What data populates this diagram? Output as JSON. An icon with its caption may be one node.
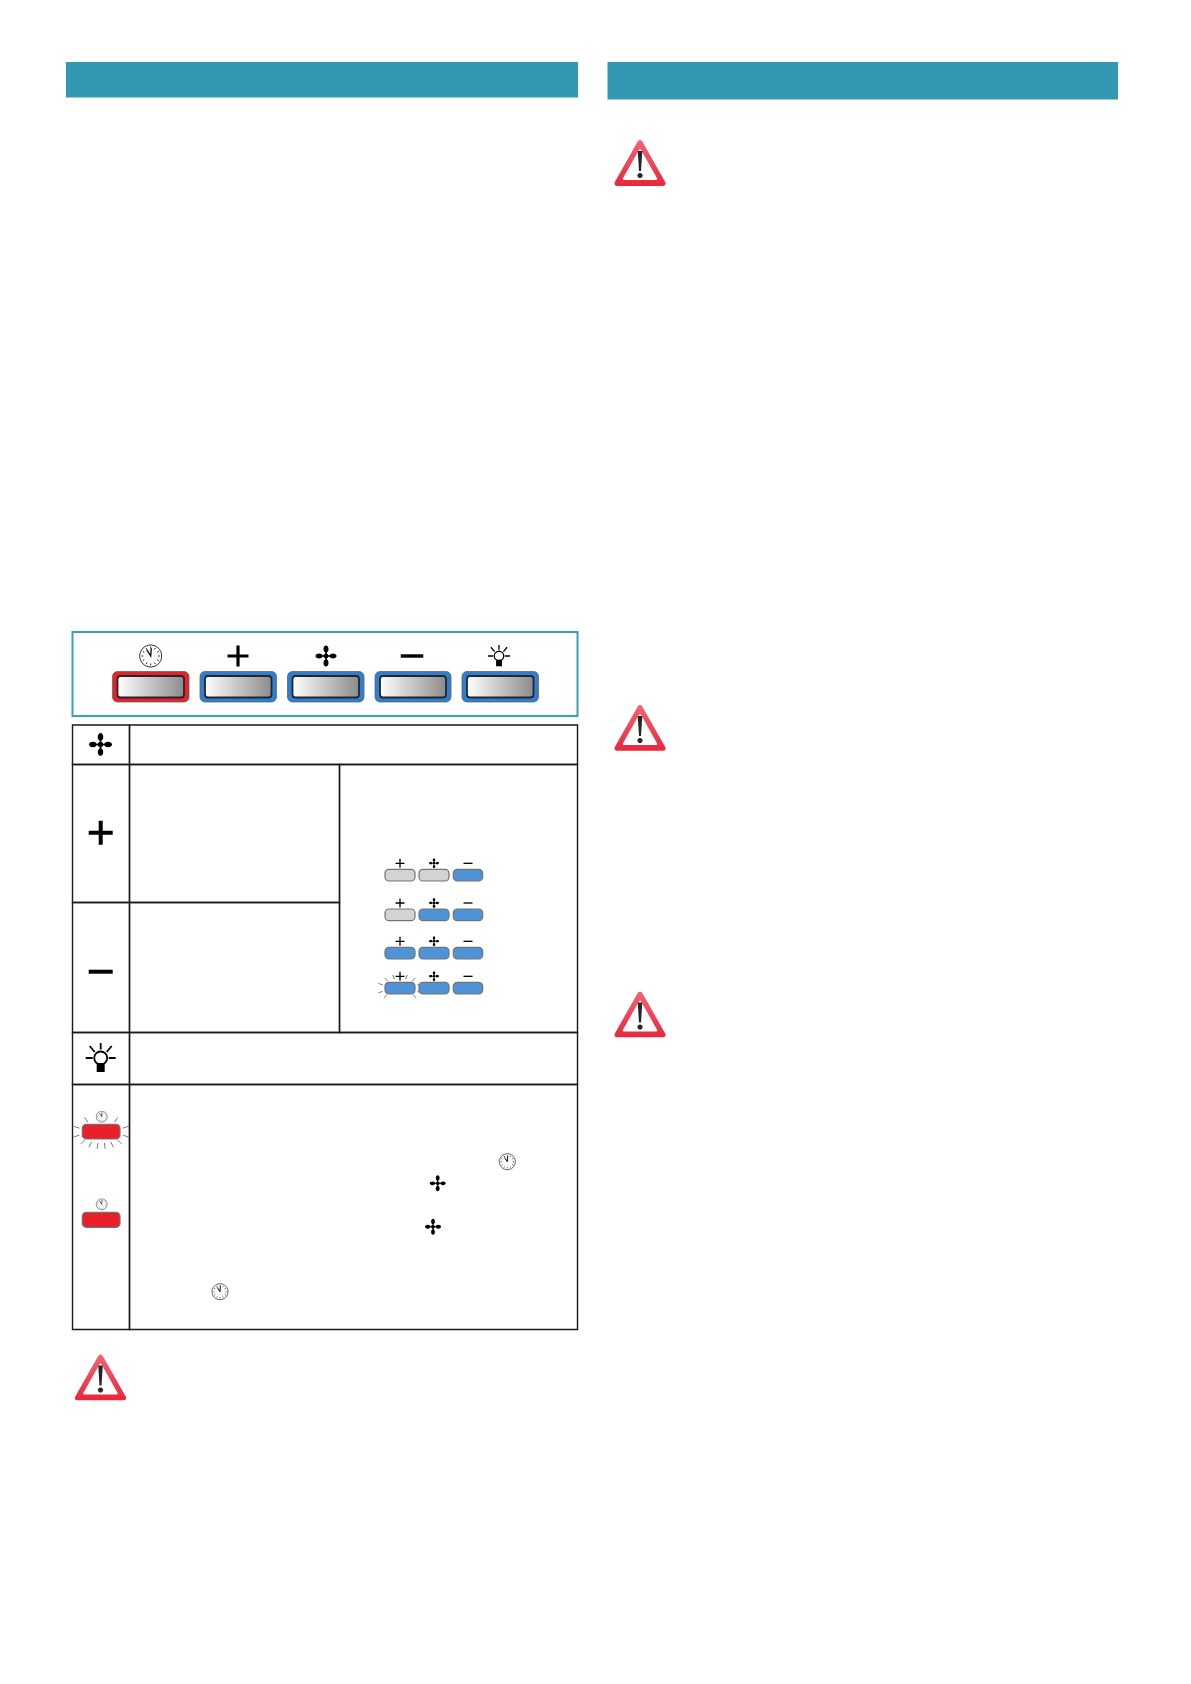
{
  "diagram": {
    "nodes": [
      {
        "text": [],
        "shape": "box"
      },
      {
        "text": [],
        "shape": "box",
        "in": 0
      },
      {
        "text": [],
        "shape": "box",
        "in": 0
      },
      {
        "text": [],
        "shape": "box",
        "in": 0
      },
      {
        "text": [],
        "shape": "box",
        "in": 0
      },
      {
        "text": [],
        "shape": "box",
        "in": 0
      }
    ]
  }
}
